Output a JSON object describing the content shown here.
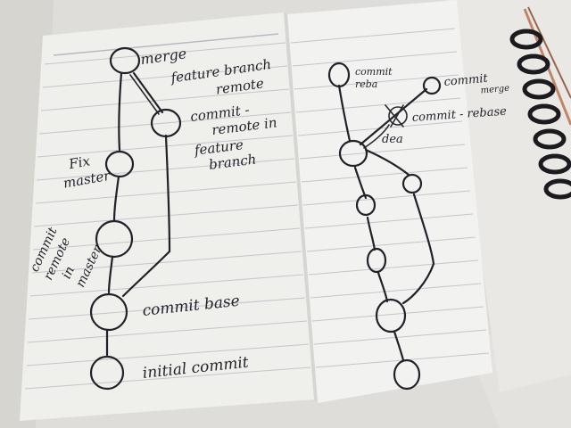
{
  "left_page": {
    "labels": {
      "merge": "merge",
      "feature_branch_remote": [
        "feature branch",
        "remote"
      ],
      "commit_remote_feature": [
        "commit -",
        "remote in",
        "feature",
        "branch"
      ],
      "fix_master": [
        "Fix",
        "master"
      ],
      "commit_remote_master": [
        "commit",
        "remote",
        "in",
        "master"
      ],
      "commit_base": "commit base",
      "initial_commit": "initial commit"
    }
  },
  "right_page": {
    "labels": {
      "commit_rebase_small": [
        "commit",
        "reba"
      ],
      "commit_merge": [
        "commit",
        "merge"
      ],
      "commit_rebase": "commit - rebase",
      "idea": "dea"
    }
  }
}
